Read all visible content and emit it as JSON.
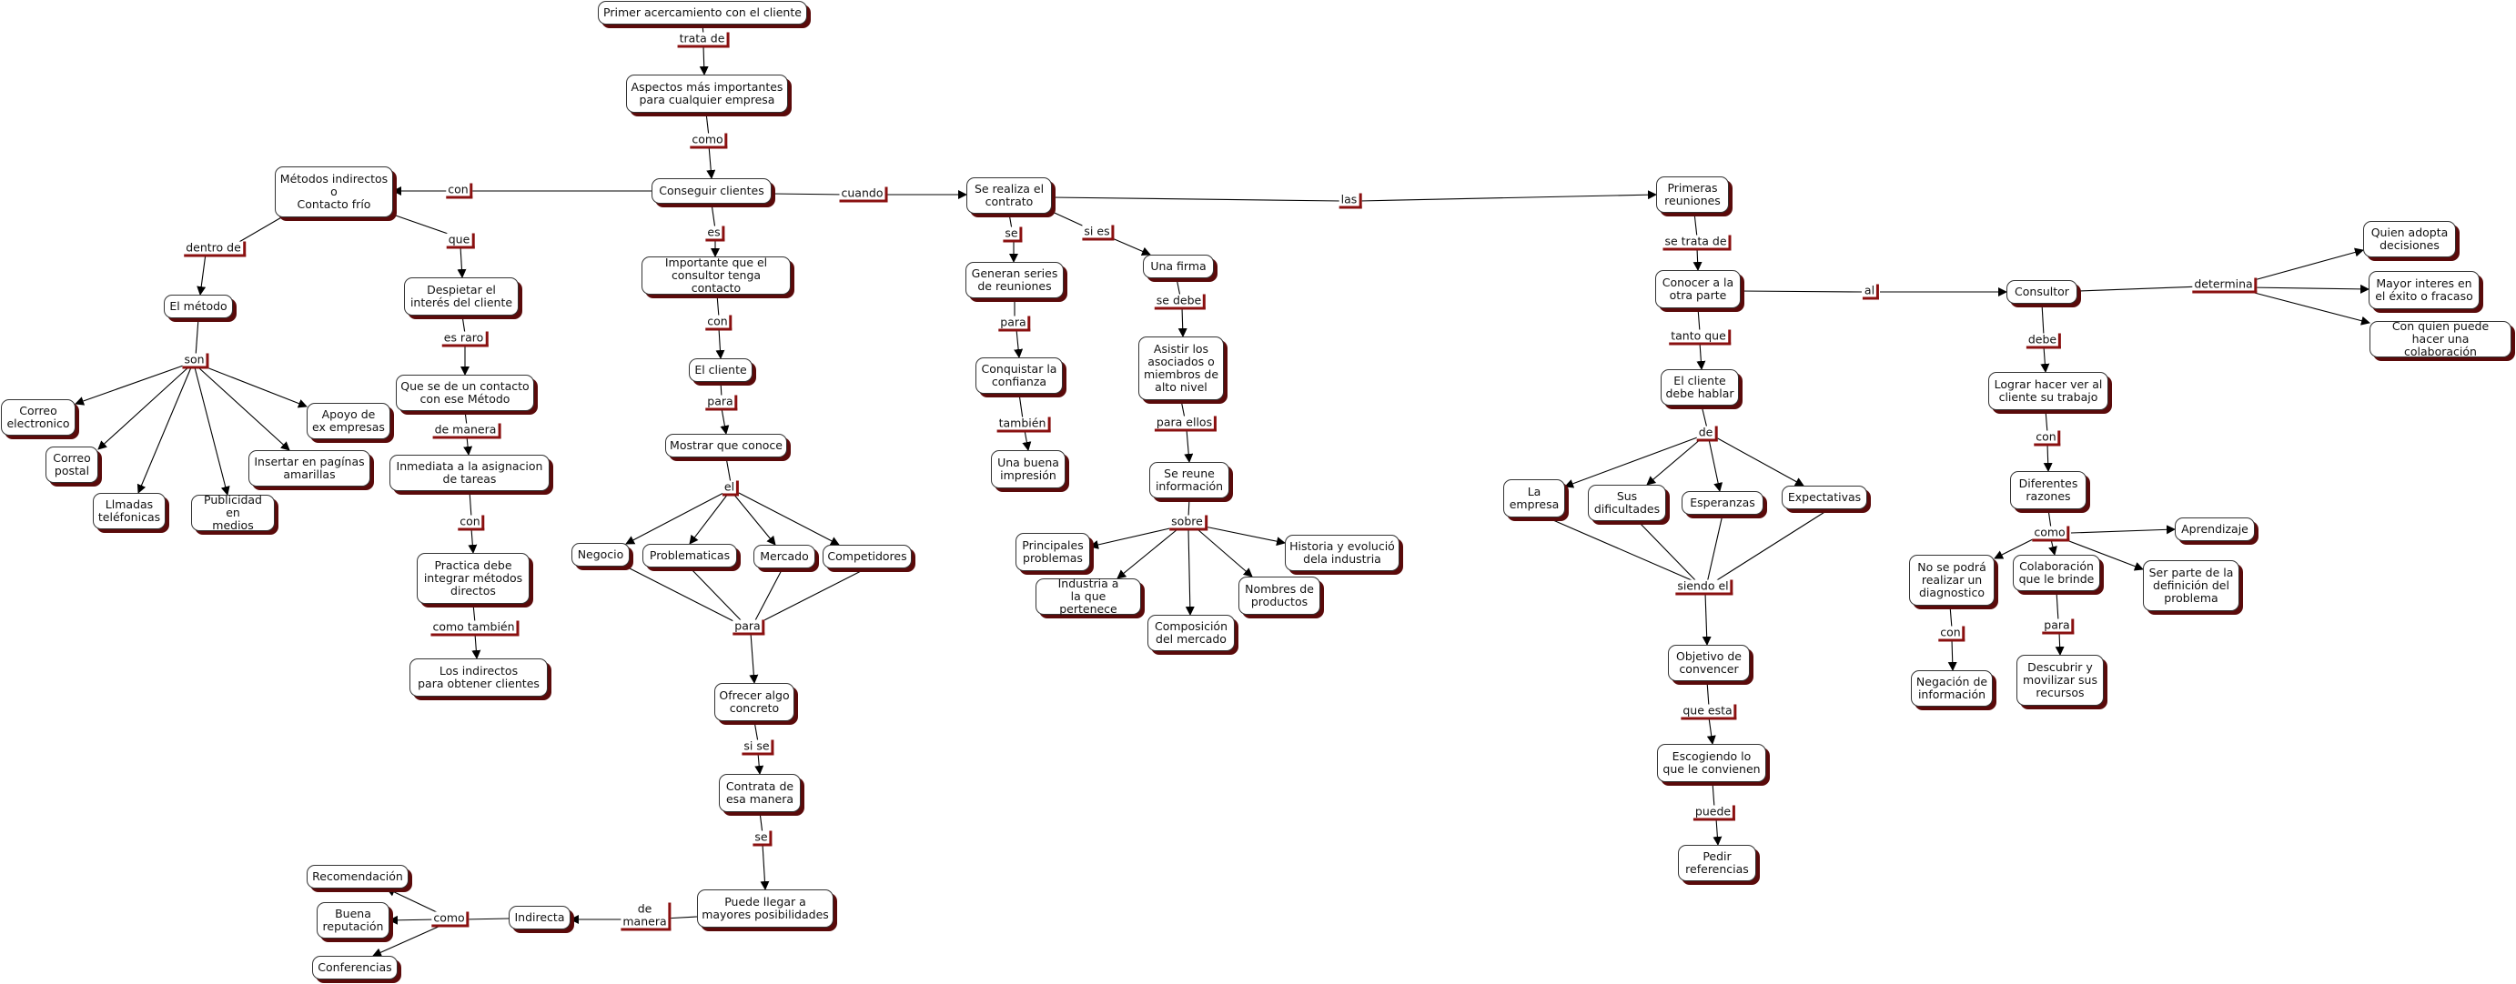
{
  "nodes": {
    "n0": "Primer acercamiento con el cliente",
    "n1": "Aspectos más importantes\npara cualquier empresa",
    "n2": "Conseguir clientes",
    "n3": "Métodos indirectos\no\nContacto frío",
    "n4": "El método",
    "n5": "Despietar el\ninterés del cliente",
    "n6": "Correo\nelectronico",
    "n7": "Correo\npostal",
    "n8": "Llmadas\nteléfonicas",
    "n9": "Publicidad en\nmedios",
    "n10": "Insertar en pagínas\namarillas",
    "n11": "Apoyo de\nex empresas",
    "n12": "Que se de un contacto\ncon ese Método",
    "n13": "Inmediata a la asignacion\nde tareas",
    "n14": "Practica debe\nintegrar métodos\ndirectos",
    "n15": "Los indirectos\npara obtener  clientes",
    "n16": "Importante que el\nconsultor tenga contacto",
    "n17": "El cliente",
    "n18": "Mostrar que conoce",
    "n19": "Negocio",
    "n20": "Problematicas",
    "n21": "Mercado",
    "n22": "Competidores",
    "n23": "Ofrecer algo\nconcreto",
    "n24": "Contrata de\nesa manera",
    "n25": "Puede llegar a\nmayores posibilidades",
    "n26": "Indirecta",
    "n27": "Recomendación",
    "n28": "Buena\nreputación",
    "n29": "Conferencias",
    "n30": "Se realiza el\ncontrato",
    "n31": "Generan series\nde reuniones",
    "n32": "Conquistar la\nconfianza",
    "n33": "Una buena\nimpresión",
    "n34": "Una firma",
    "n35": "Asistir los\nasociados o\nmiembros de\nalto nivel",
    "n36": "Se reune\ninformación",
    "n37": "Principales\nproblemas",
    "n38": "Industria a\nla que pertenece",
    "n39": "Composición\ndel mercado",
    "n40": "Nombres de\nproductos",
    "n41": "Historia y evolució\ndela industria",
    "n42": "Primeras\nreuniones",
    "n43": "Conocer a la\notra parte",
    "n44": "El cliente\ndebe hablar",
    "n45": "La\nempresa",
    "n46": "Sus\ndificultades",
    "n47": "Esperanzas",
    "n48": "Expectativas",
    "n49": "Objetivo de\nconvencer",
    "n50": "Escogiendo lo\nque le convienen",
    "n51": "Pedir\nreferencias",
    "n52": "Consultor",
    "n53": "Quien adopta\ndecisiones",
    "n54": "Mayor interes en\nel éxito o fracaso",
    "n55": "Con quien puede\nhacer una colaboración",
    "n56": "Lograr hacer ver al\ncliente su trabajo",
    "n57": "Diferentes\nrazones",
    "n58": "Aprendizaje",
    "n59": "No se podrá\nrealizar un\ndiagnostico",
    "n60": "Colaboración\nque le brinde",
    "n61": "Ser parte de la\ndefinición del\nproblema",
    "n62": "Negación de\ninformación",
    "n63": "Descubrir y\nmovilizar sus\nrecursos"
  },
  "links": {
    "l_tratade": "trata de",
    "l_como1": "como",
    "l_con1": "con",
    "l_dentrode": "dentro de",
    "l_que1": "que",
    "l_son1": "son",
    "l_esraro": "es raro",
    "l_demanera1": "de manera",
    "l_con2": "con",
    "l_comotambien": "como también",
    "l_es1": "es",
    "l_con3": "con",
    "l_para1": "para",
    "l_el1": "el",
    "l_para2": "para",
    "l_sise": "si se",
    "l_se1": "se",
    "l_demanera2": "de\nmanera",
    "l_como2": "como",
    "l_cuando": "cuando",
    "l_se2": "se",
    "l_sies": "si es",
    "l_para3": "para",
    "l_tambien": "también",
    "l_sedebe": "se debe",
    "l_paraellos": "para ellos",
    "l_sobre": "sobre",
    "l_las": "las",
    "l_setratade": "se trata de",
    "l_tantoque": "tanto que",
    "l_de1": "de",
    "l_siendoel": "siendo el",
    "l_queesta": "que esta",
    "l_puede": "puede",
    "l_al": "al",
    "l_determina": "determina",
    "l_debe": "debe",
    "l_con4": "con",
    "l_como3": "como",
    "l_con5": "con",
    "l_para4": "para"
  }
}
